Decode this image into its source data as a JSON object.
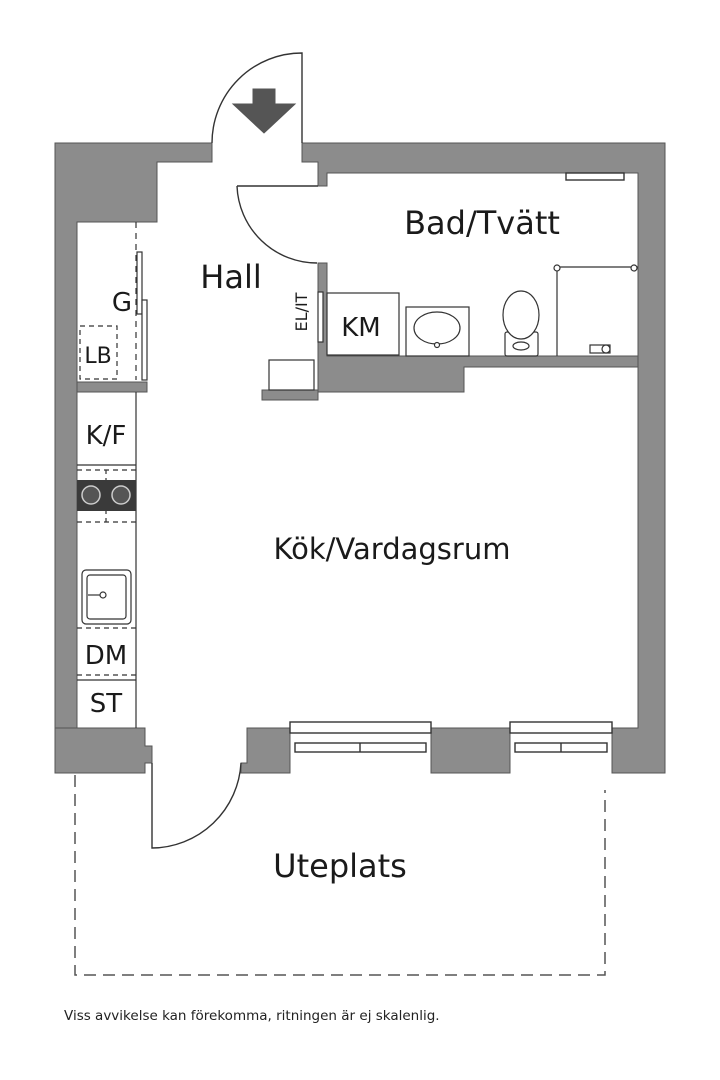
{
  "rooms": {
    "bad_tvatt": "Bad/Tvätt",
    "hall": "Hall",
    "kok_vardagsrum": "Kök/Vardagsrum",
    "uteplats": "Uteplats"
  },
  "fixtures": {
    "g": "G",
    "lb": "LB",
    "el_it": "EL/IT",
    "km": "KM",
    "kf": "K/F",
    "dm": "DM",
    "st": "ST"
  },
  "icons": {
    "entrance": "entrance-arrow-icon"
  },
  "colors": {
    "wall": "#8c8c8c",
    "wall_edge": "#555555",
    "line": "#333333",
    "background": "#ffffff"
  },
  "disclaimer": "Viss avvikelse kan förekomma, ritningen är ej skalenlig."
}
